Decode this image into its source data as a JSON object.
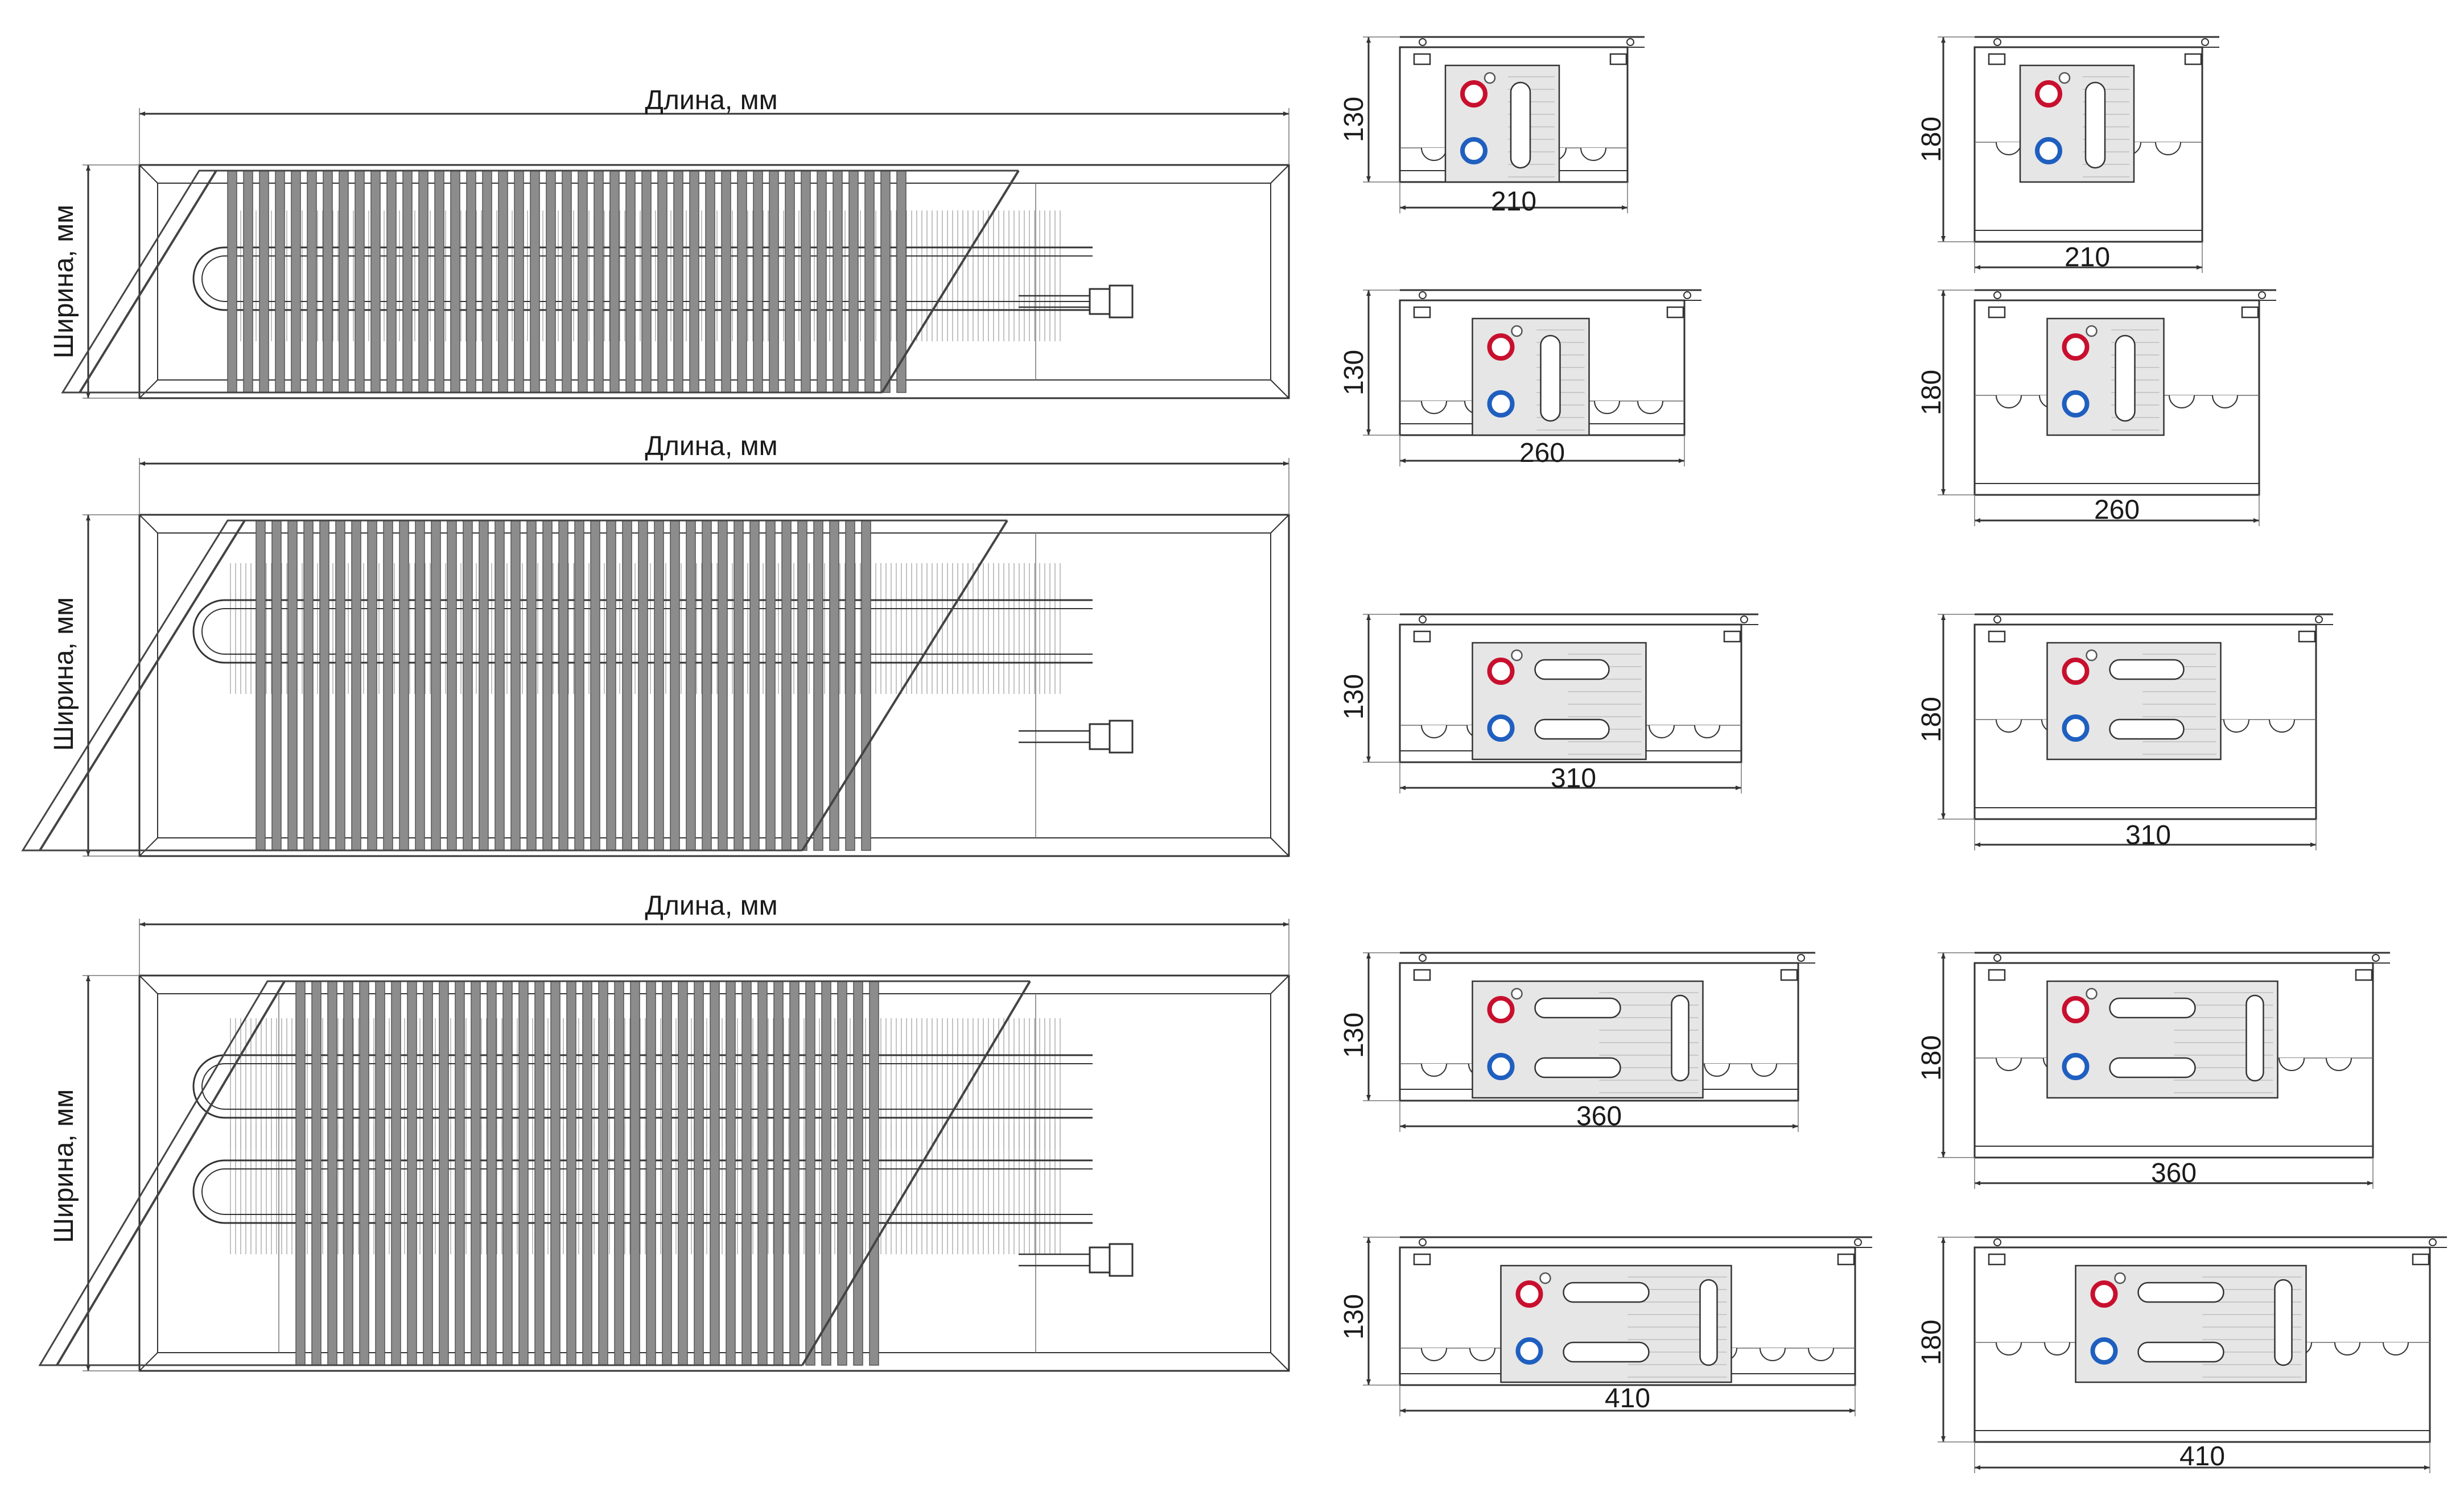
{
  "plans": [
    {
      "length_label": "Длина, мм",
      "width_label": "Ширина, мм"
    },
    {
      "length_label": "Длина, мм",
      "width_label": "Ширина, мм"
    },
    {
      "length_label": "Длина, мм",
      "width_label": "Ширина, мм"
    }
  ],
  "sections": {
    "left": [
      {
        "height": "130",
        "width": "210"
      },
      {
        "height": "130",
        "width": "260"
      },
      {
        "height": "130",
        "width": "310"
      },
      {
        "height": "130",
        "width": "360"
      },
      {
        "height": "130",
        "width": "410"
      }
    ],
    "right": [
      {
        "height": "180",
        "width": "210"
      },
      {
        "height": "180",
        "width": "260"
      },
      {
        "height": "180",
        "width": "310"
      },
      {
        "height": "180",
        "width": "360"
      },
      {
        "height": "180",
        "width": "410"
      }
    ]
  },
  "colors": {
    "line": "#333333",
    "grille": "#8c8c8c",
    "plate": "#e6e6e6",
    "hot_connector": "#c8102e",
    "cold_connector": "#1f5fbf"
  }
}
